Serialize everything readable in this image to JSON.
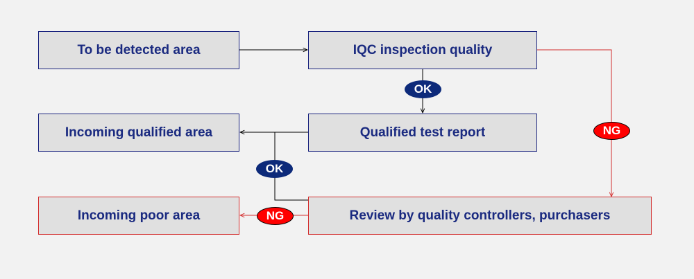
{
  "nodes": {
    "to_be_detected": "To be detected area",
    "iqc_inspection": "IQC inspection quality",
    "incoming_qualified": "Incoming qualified area",
    "qualified_report": "Qualified test report",
    "incoming_poor": "Incoming poor area",
    "review": "Review by quality controllers, purchasers"
  },
  "badges": {
    "ok": "OK",
    "ng": "NG"
  },
  "colors": {
    "background": "#f2f2f2",
    "box_fill": "#e0e0e0",
    "text_navy": "#1a2a80",
    "ok_fill": "#0d2a7a",
    "ng_fill": "#ff0000",
    "ng_line": "#d32f2f"
  }
}
